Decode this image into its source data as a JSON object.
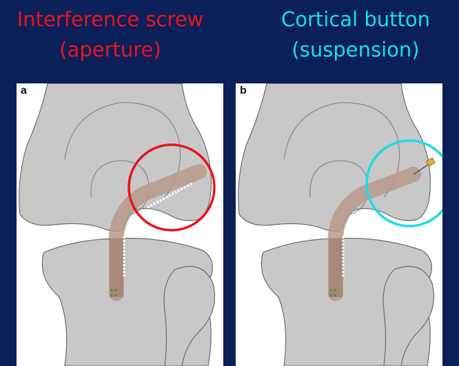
{
  "left_heading": {
    "line1": "Interference screw",
    "line2": "(aperture)",
    "color": "#e8141c"
  },
  "right_heading": {
    "line1": "Cortical button",
    "line2": "(suspension)",
    "color": "#19dde8"
  },
  "panel_a": {
    "letter": "a",
    "highlight_color": "#e8141c"
  },
  "panel_b": {
    "letter": "b",
    "highlight_color": "#19dde8"
  },
  "colors": {
    "background": "#0b2058",
    "bone": "#c8c8c8",
    "graft": "#b89a8a"
  }
}
